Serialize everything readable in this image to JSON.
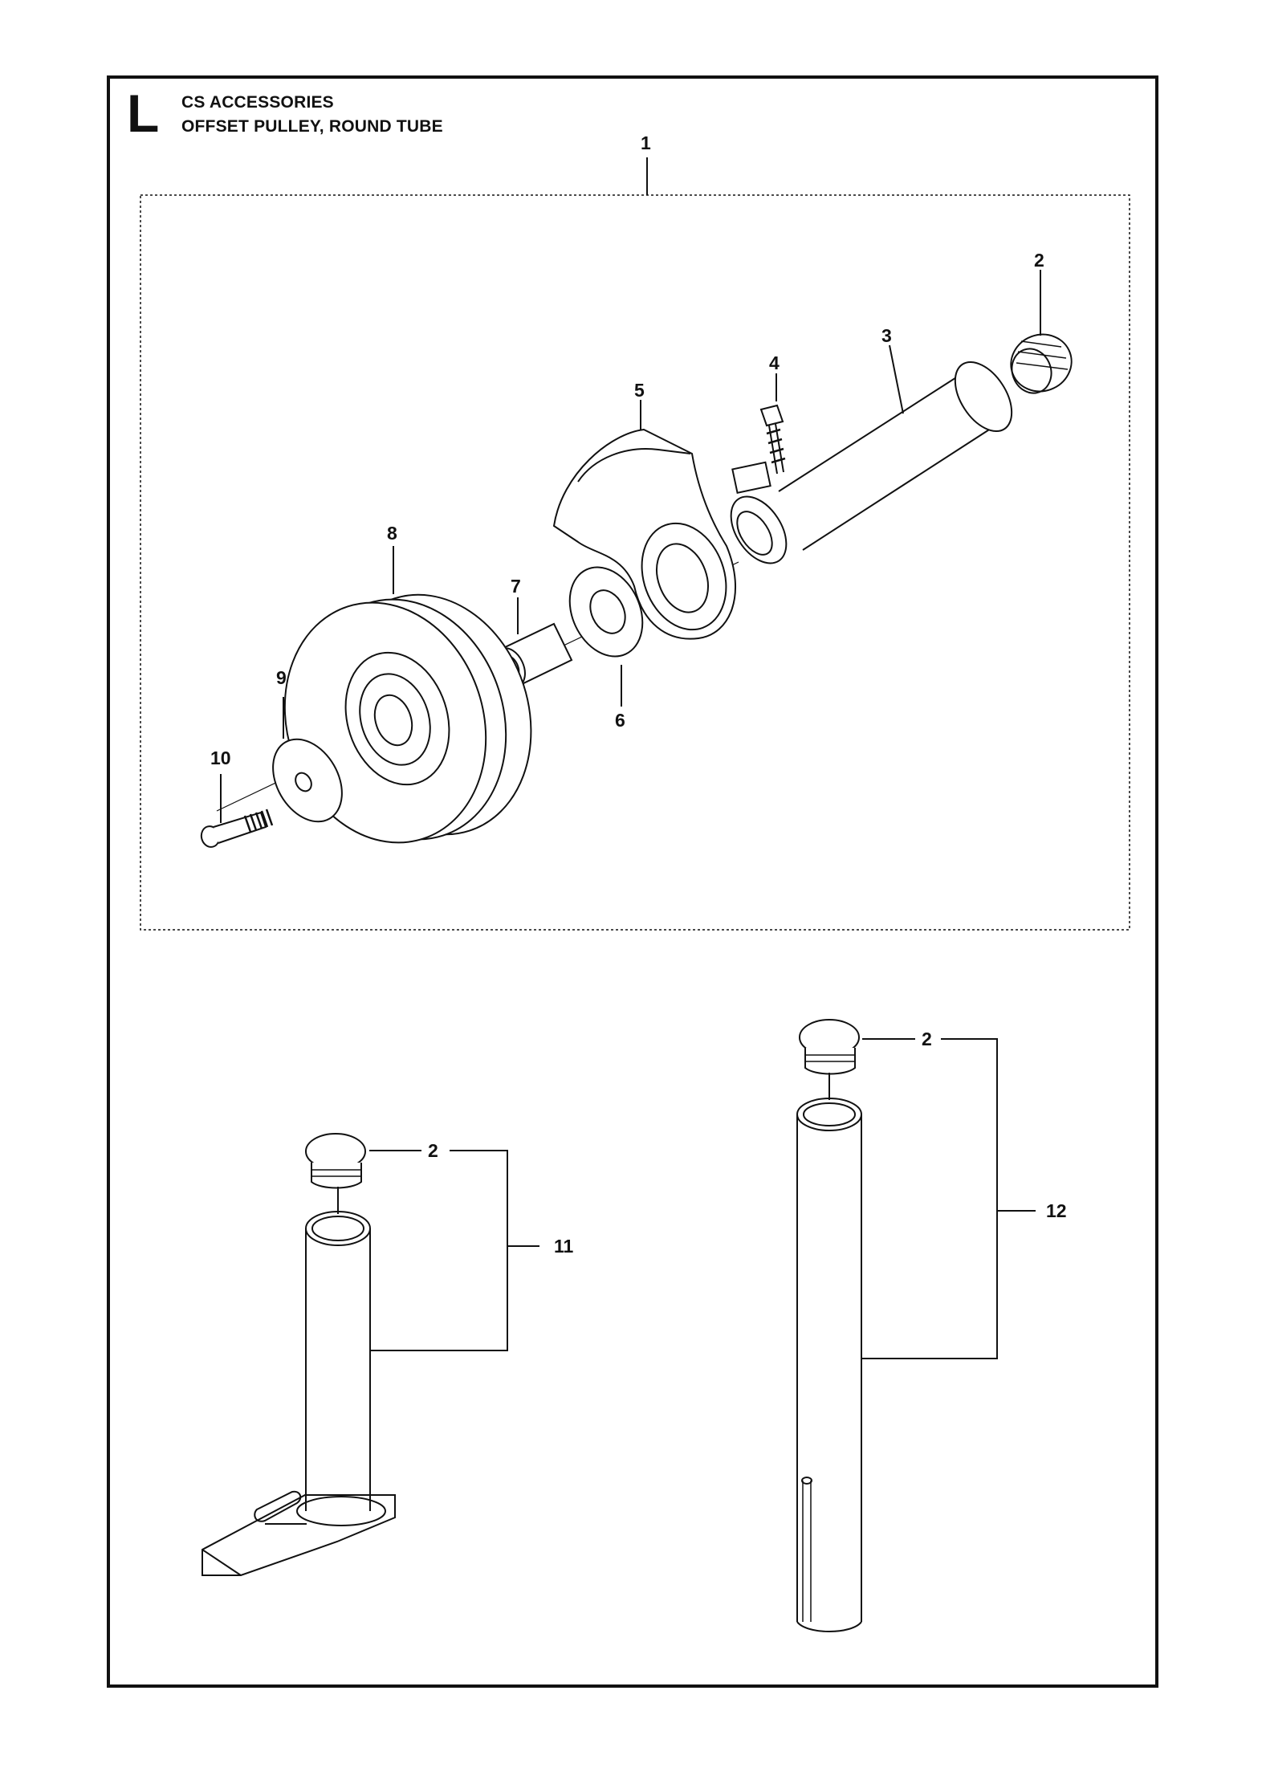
{
  "header": {
    "section_letter": "L",
    "title_line1": "CS ACCESSORIES",
    "title_line2": "OFFSET PULLEY, ROUND TUBE"
  },
  "callouts": {
    "assembly": "1",
    "end_cap_top": "2",
    "tube": "3",
    "bolt": "4",
    "guard": "5",
    "washer_large": "6",
    "spacer": "7",
    "pulley": "8",
    "washer_small": "9",
    "screw": "10",
    "end_cap_11": "2",
    "stand_kit": "11",
    "end_cap_12": "2",
    "pole_kit": "12"
  },
  "colors": {
    "line": "#111111",
    "background": "#ffffff"
  }
}
